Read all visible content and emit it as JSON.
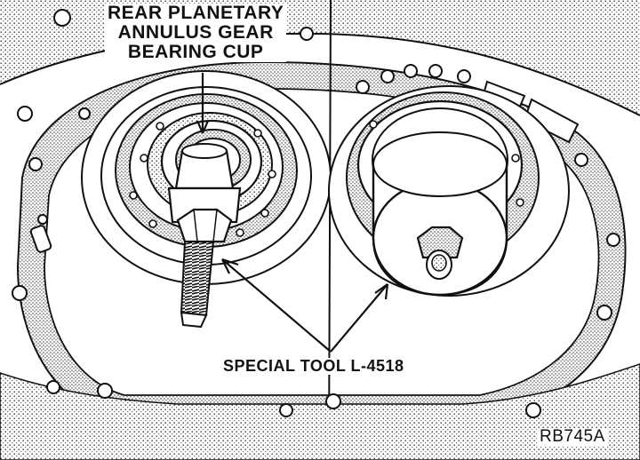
{
  "labels": {
    "bearing_cup": [
      "REAR PLANETARY",
      "ANNULUS GEAR",
      "BEARING CUP"
    ],
    "special_tool": "SPECIAL TOOL L-4518",
    "figure_id": "RB745A"
  },
  "colors": {
    "ink": "#111111",
    "paper": "#ffffff"
  }
}
